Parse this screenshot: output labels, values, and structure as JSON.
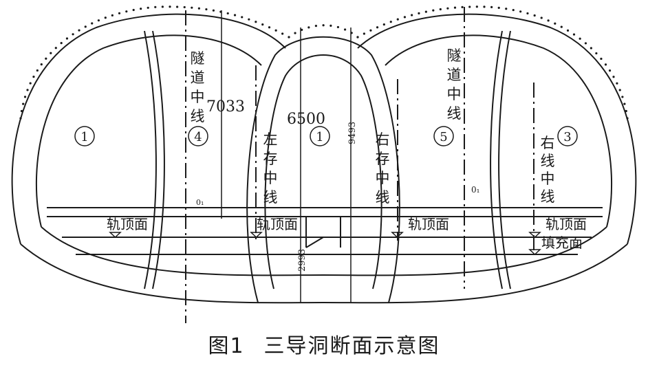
{
  "caption": {
    "fig": "图1",
    "title": "三导洞断面示意图"
  },
  "labels": {
    "c1": "1",
    "c4": "4",
    "c1b": "1",
    "c5": "5",
    "c3": "3",
    "tunnel_center_left": "隧道中线",
    "tunnel_center_right": "隧道中线",
    "left_storage": "左存中线",
    "right_storage": "右存中线",
    "right_line": "右线中线",
    "rail_top": "轨顶面",
    "fill": "填充面",
    "o_left": "0₁",
    "o_right": "0₁",
    "dim_7033": "7033",
    "dim_6500": "6500",
    "dim_9493": "9493",
    "dim_2993": "2993"
  },
  "colors": {
    "line": "#1a1a1a"
  }
}
